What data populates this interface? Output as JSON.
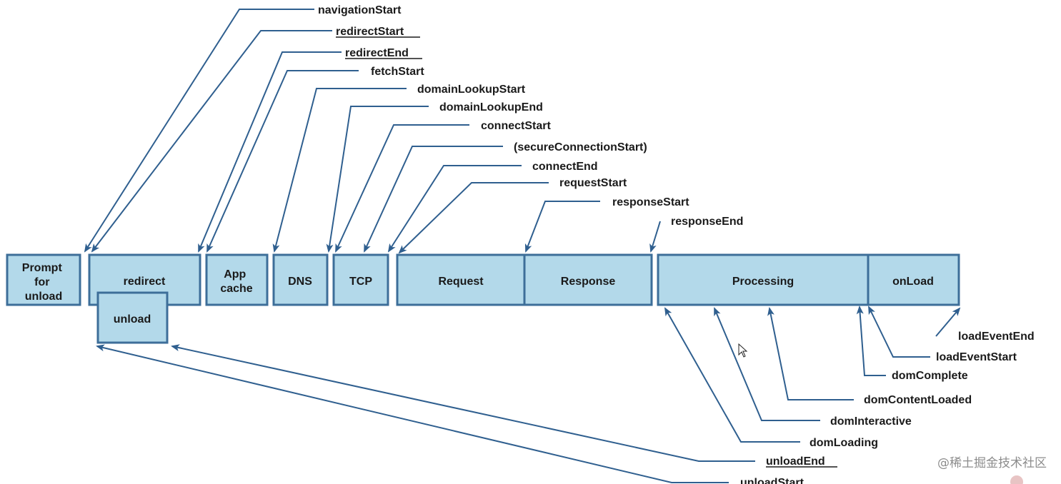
{
  "phases": {
    "prompt": [
      "Prompt",
      "for",
      "unload"
    ],
    "redirect": "redirect",
    "unload": "unload",
    "appcache": [
      "App",
      "cache"
    ],
    "dns": "DNS",
    "tcp": "TCP",
    "request": "Request",
    "response": "Response",
    "processing": "Processing",
    "onload": "onLoad"
  },
  "events": {
    "navigationStart": "navigationStart",
    "redirectStart": "redirectStart",
    "redirectEnd": "redirectEnd",
    "fetchStart": "fetchStart",
    "domainLookupStart": "domainLookupStart",
    "domainLookupEnd": "domainLookupEnd",
    "connectStart": "connectStart",
    "secureConnectionStart": "(secureConnectionStart)",
    "connectEnd": "connectEnd",
    "requestStart": "requestStart",
    "responseStart": "responseStart",
    "responseEnd": "responseEnd",
    "loadEventEnd": "loadEventEnd",
    "loadEventStart": "loadEventStart",
    "domComplete": "domComplete",
    "domContentLoaded": "domContentLoaded",
    "domInteractive": "domInteractive",
    "domLoading": "domLoading",
    "unloadEnd": "unloadEnd",
    "unloadStart": "unloadStart"
  },
  "underlined_events": [
    "redirectStart",
    "redirectEnd",
    "unloadEnd",
    "unloadStart"
  ],
  "watermark": "@稀土掘金技术社区",
  "colors": {
    "box_fill": "#b3d9ea",
    "box_stroke": "#3d6e99",
    "arrow": "#2f5f8f",
    "text": "#1a1a1a"
  }
}
